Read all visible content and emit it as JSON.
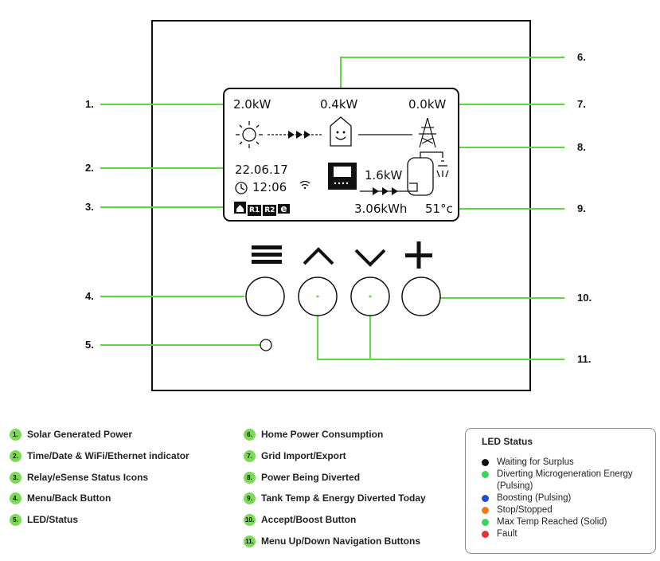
{
  "screen": {
    "solar_power": "2.0kW",
    "home_power": "0.4kW",
    "grid_power": "0.0kW",
    "date": "22.06.17",
    "time": "12:06",
    "diverted_power": "1.6kW",
    "energy_today": "3.06kWh",
    "tank_temp": "51°c",
    "relay_icons": [
      "R1",
      "R2",
      "e"
    ]
  },
  "callouts": [
    "1.",
    "2.",
    "3.",
    "4.",
    "5.",
    "6.",
    "7.",
    "8.",
    "9.",
    "10.",
    "11."
  ],
  "legend": {
    "left": [
      {
        "num": "1.",
        "text": "Solar Generated Power"
      },
      {
        "num": "2.",
        "text": "Time/Date & WiFi/Ethernet indicator"
      },
      {
        "num": "3.",
        "text": "Relay/eSense Status Icons"
      },
      {
        "num": "4.",
        "text": "Menu/Back Button"
      },
      {
        "num": "5.",
        "text": "LED/Status"
      }
    ],
    "right": [
      {
        "num": "6.",
        "text": "Home Power Consumption"
      },
      {
        "num": "7.",
        "text": "Grid Import/Export"
      },
      {
        "num": "8.",
        "text": "Power Being Diverted"
      },
      {
        "num": "9.",
        "text": "Tank Temp & Energy Diverted Today"
      },
      {
        "num": "10.",
        "text": "Accept/Boost Button"
      },
      {
        "num": "11.",
        "text": "Menu Up/Down Navigation Buttons"
      }
    ]
  },
  "led_status": {
    "title": "LED Status",
    "items": [
      {
        "color": "#111111",
        "text": "Waiting for Surplus"
      },
      {
        "color": "#39d65b",
        "text": "Diverting Microgeneration Energy (Pulsing)"
      },
      {
        "color": "#1f4fd6",
        "text": "Boosting (Pulsing)"
      },
      {
        "color": "#f07a1a",
        "text": "Stop/Stopped"
      },
      {
        "color": "#39d65b",
        "text": "Max Temp Reached (Solid)"
      },
      {
        "color": "#e63232",
        "text": "Fault"
      }
    ]
  },
  "colors": {
    "callout_line": "#5cd641",
    "legend_dot": "#7dd957"
  }
}
